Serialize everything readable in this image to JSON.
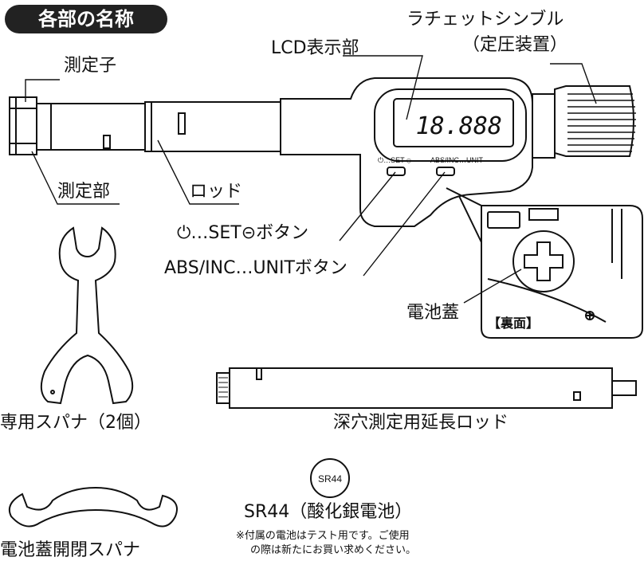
{
  "title": "各部の名称",
  "labels": {
    "ratchet_line1": "ラチェットシンブル",
    "ratchet_line2": "（定圧装置）",
    "lcd": "LCD表示部",
    "probe": "測定子",
    "measuring_part": "測定部",
    "rod": "ロッド",
    "power_button": "⏻…SET⊝ボタン",
    "abs_button": "ABS/INC…UNITボタン",
    "battery_cover": "電池蓋",
    "back_side": "【裏面】",
    "wrench": "専用スパナ（2個）",
    "extension_rod": "深穴測定用延長ロッド",
    "battery_name": "SR44（酸化銀電池）",
    "battery_badge": "SR44",
    "opener_wrench": "電池蓋開閉スパナ"
  },
  "device": {
    "lcd_reading": "18.888",
    "btn_left_caption": "⏻…SET ⊝",
    "btn_right_caption": "ABS/INC…UNIT"
  },
  "note": {
    "line1": "※付属の電池はテスト用です。ご使用",
    "line2": "の際は新たにお買い求めください。"
  }
}
